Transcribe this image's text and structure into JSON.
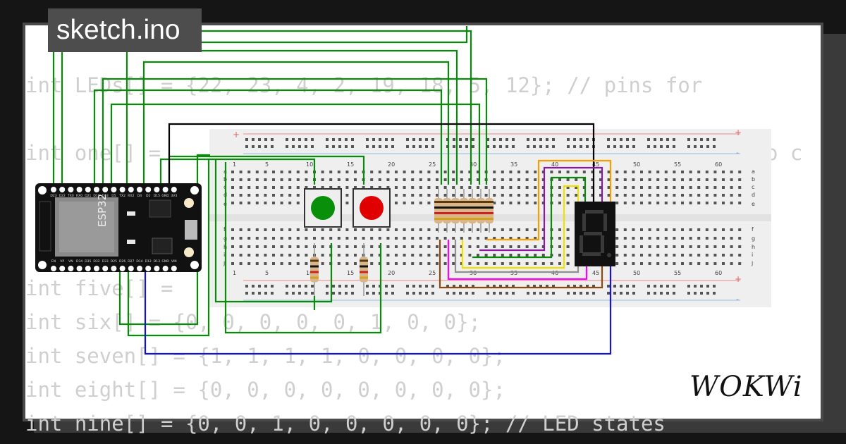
{
  "title": "sketch.ino",
  "code_lines": [
    "int LEDs[] = {22, 23, 4, 2, 19, 18, 5, 12}; // pins for",
    "",
    "int one[] = ",
    "",
    "",
    "",
    "int five[] = ",
    "int six[] = {0, 0, 0, 0, 0, 1, 0, 0};",
    "int seven[] = {1, 1, 1, 1, 0, 0, 0, 0};",
    "int eight[] = {0, 0, 0, 0, 0, 0, 0, 0};",
    "int nine[] = {0, 0, 1, 0, 0, 0, 0, 0}; // LED states"
  ],
  "code_tail_right": "o c",
  "board": {
    "chip_label": "ESP32",
    "top_pins": [
      "D23",
      "D22",
      "TX0",
      "RX0",
      "D21",
      "D19",
      "D18",
      "D5",
      "TX2",
      "RX2",
      "D4",
      "D2",
      "D15",
      "GND",
      "3V3"
    ],
    "bottom_pins": [
      "EN",
      "VP",
      "VN",
      "D34",
      "D35",
      "D32",
      "D33",
      "D25",
      "D26",
      "D27",
      "D14",
      "D12",
      "D13",
      "GND",
      "VIN"
    ]
  },
  "breadboard": {
    "column_numbers": [
      "1",
      "5",
      "10",
      "15",
      "20",
      "25",
      "30",
      "35",
      "40",
      "45",
      "50",
      "55",
      "60"
    ],
    "row_letters_top": [
      "a",
      "b",
      "c",
      "d",
      "e"
    ],
    "row_letters_bottom": [
      "f",
      "g",
      "h",
      "i",
      "j"
    ],
    "rail_plus": "+",
    "rail_minus": "-"
  },
  "buttons": [
    {
      "name": "green-pushbutton",
      "color": "#0a8f0a"
    },
    {
      "name": "red-pushbutton",
      "color": "#e00000"
    }
  ],
  "colors": {
    "wire_green": "#0a8a0a",
    "wire_black": "#000000",
    "wire_blue": "#1414d0",
    "wire_orange": "#f5a000",
    "wire_purple": "#8a1aa0",
    "wire_yellow": "#f0e000",
    "wire_gray": "#909090",
    "wire_magenta": "#ff00ff",
    "wire_brown": "#8a4a10"
  },
  "logo": "WOKWi"
}
